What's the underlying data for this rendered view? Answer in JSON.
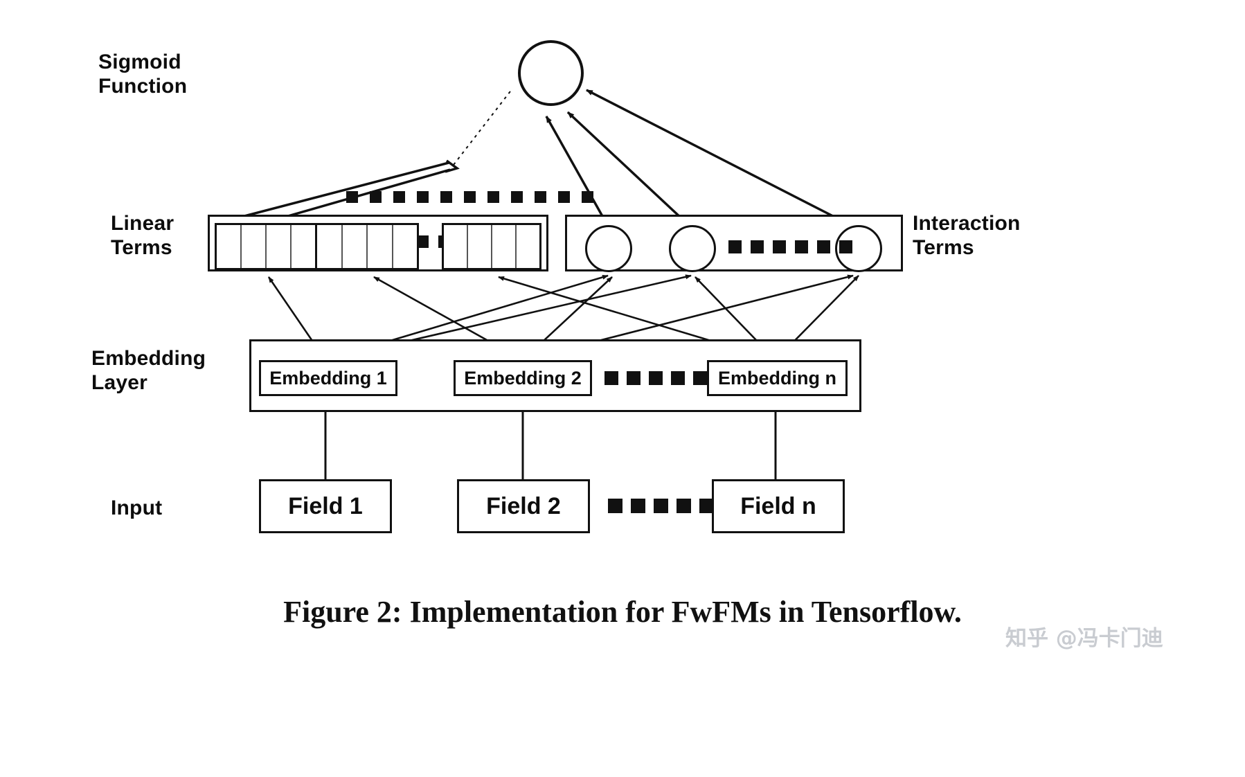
{
  "figure": {
    "caption": "Figure 2: Implementation for FwFMs in Tensorflow.",
    "watermark": "知乎 @冯卡门迪"
  },
  "labels": {
    "sigmoid_line1": "Sigmoid",
    "sigmoid_line2": "Function",
    "linear_line1": "Linear",
    "linear_line2": "Terms",
    "interaction_line1": "Interaction",
    "interaction_line2": "Terms",
    "embedding_line1": "Embedding",
    "embedding_line2": "Layer",
    "input": "Input"
  },
  "embedding_boxes": [
    {
      "text": "Embedding 1"
    },
    {
      "text": "Embedding 2"
    },
    {
      "text": "Embedding  n"
    }
  ],
  "input_boxes": [
    {
      "text": "Field  1"
    },
    {
      "text": "Field  2"
    },
    {
      "text": "Field  n"
    }
  ],
  "linear_terms": {
    "group_a_cells": 4,
    "group_b_cells": 4,
    "group_c_cells": 4,
    "ellipsis_squares": 2
  },
  "interaction_terms": {
    "circles": 3,
    "ellipsis_squares": 6
  },
  "ellipsis": {
    "above_linear_squares": 11,
    "embedding_squares": 6,
    "input_squares": 6
  },
  "colors": {
    "stroke": "#111111",
    "background": "#ffffff",
    "cell_divider": "#555555",
    "watermark": "#c9ccd1"
  }
}
